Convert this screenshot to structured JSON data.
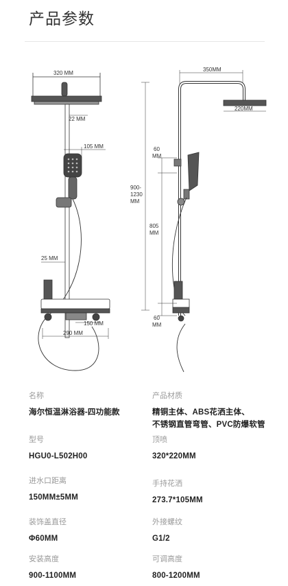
{
  "header": {
    "title": "产品参数"
  },
  "drawing": {
    "front": {
      "width_top": "320 MM",
      "drop": "22 MM",
      "handshower_width": "105 MM",
      "pipe_diameter": "25 MM",
      "inlet_spacing": "150 MM",
      "tray_width": "290 MM"
    },
    "side": {
      "arm_length": "350MM",
      "head_depth": "220MM",
      "top_offset": [
        "60",
        "MM"
      ],
      "total_height": [
        "900-",
        "1230",
        "MM"
      ],
      "bar_height": [
        "805",
        "MM"
      ],
      "bottom_offset": [
        "60",
        "MM"
      ]
    }
  },
  "specs": [
    {
      "label": "名称",
      "lines": [
        "海尔恒温淋浴器-四功能款"
      ]
    },
    {
      "label": "产品材质",
      "lines": [
        "精铜主体、ABS花洒主体、",
        "不锈钢直管弯管、PVC防爆软管"
      ]
    },
    {
      "label": "型号",
      "lines": [
        "HGU0-L502H00"
      ]
    },
    {
      "label": "顶喷",
      "lines": [
        "320*220MM"
      ]
    },
    {
      "label": "进水口距离",
      "lines": [
        "150MM±5MM"
      ]
    },
    {
      "label": "手持花洒",
      "lines": [
        "273.7*105MM"
      ]
    },
    {
      "label": "装饰盖直径",
      "lines": [
        "Φ60MM"
      ]
    },
    {
      "label": "外接螺纹",
      "lines": [
        "G1/2"
      ]
    },
    {
      "label": "安装高度",
      "lines": [
        "900-1100MM"
      ]
    },
    {
      "label": "可调高度",
      "lines": [
        "800-1200MM"
      ]
    }
  ]
}
